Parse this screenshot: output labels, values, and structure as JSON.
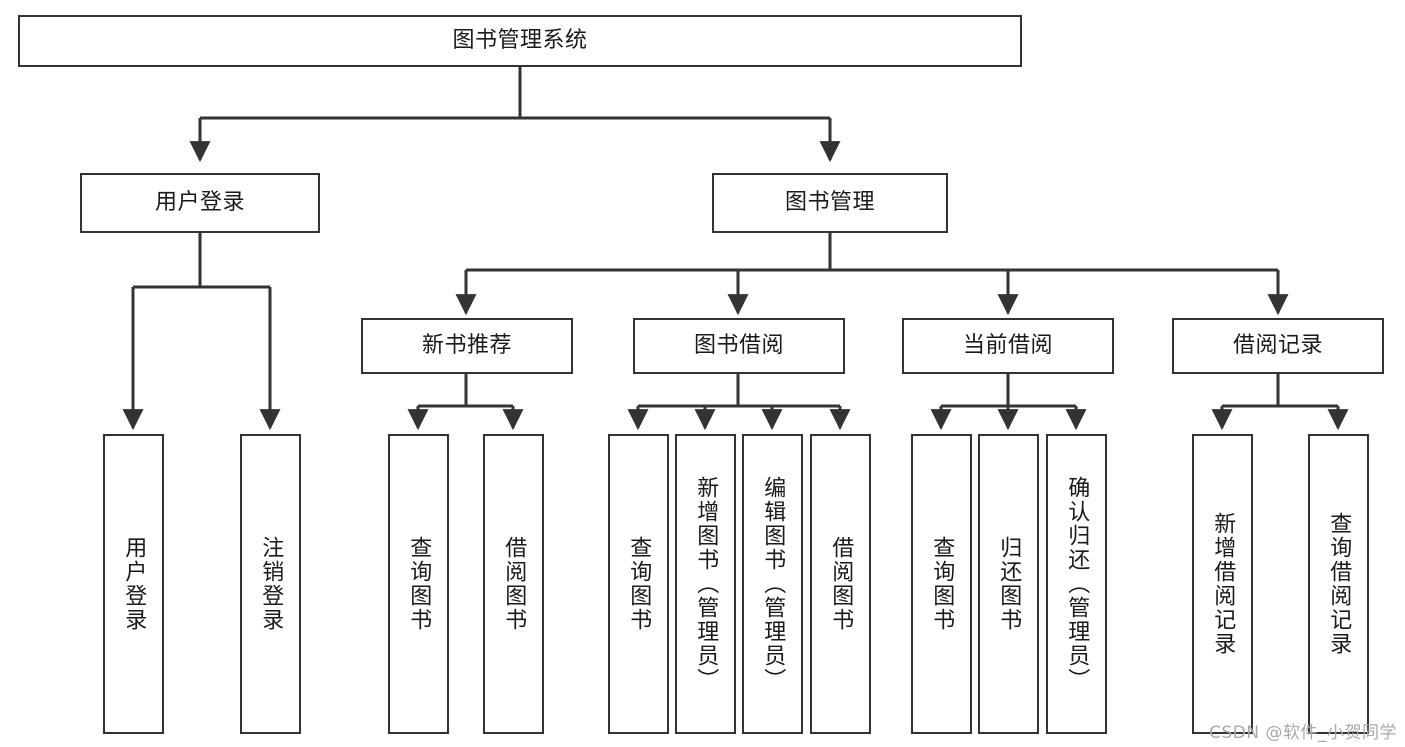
{
  "diagram": {
    "title": "图书管理系统",
    "stroke_color": "#333333",
    "background_color": "#ffffff",
    "text_color": "#1a1a1a"
  },
  "nodes": {
    "root": {
      "label": "图书管理系统"
    },
    "level2": [
      {
        "id": "user-login",
        "label": "用户登录"
      },
      {
        "id": "book-manage",
        "label": "图书管理"
      }
    ],
    "level3": [
      {
        "id": "new-book-recommend",
        "label": "新书推荐"
      },
      {
        "id": "book-borrow",
        "label": "图书借阅"
      },
      {
        "id": "current-borrow",
        "label": "当前借阅"
      },
      {
        "id": "borrow-record",
        "label": "借阅记录"
      }
    ],
    "leaves": [
      {
        "id": "leaf-user-login",
        "label": "用户登录"
      },
      {
        "id": "leaf-logout",
        "label": "注销登录"
      },
      {
        "id": "leaf-query-book-1",
        "label": "查询图书"
      },
      {
        "id": "leaf-borrow-book-1",
        "label": "借阅图书"
      },
      {
        "id": "leaf-query-book-2",
        "label": "查询图书"
      },
      {
        "id": "leaf-add-book-admin",
        "label": "新增图书（管理员）"
      },
      {
        "id": "leaf-edit-book-admin",
        "label": "编辑图书（管理员）"
      },
      {
        "id": "leaf-borrow-book-2",
        "label": "借阅图书"
      },
      {
        "id": "leaf-query-book-3",
        "label": "查询图书"
      },
      {
        "id": "leaf-return-book",
        "label": "归还图书"
      },
      {
        "id": "leaf-confirm-return-admin",
        "label": "确认归还（管理员）"
      },
      {
        "id": "leaf-add-borrow-record",
        "label": "新增借阅记录"
      },
      {
        "id": "leaf-query-borrow-record",
        "label": "查询借阅记录"
      }
    ]
  },
  "watermark": {
    "text": "CSDN @软件_小贺同学"
  }
}
